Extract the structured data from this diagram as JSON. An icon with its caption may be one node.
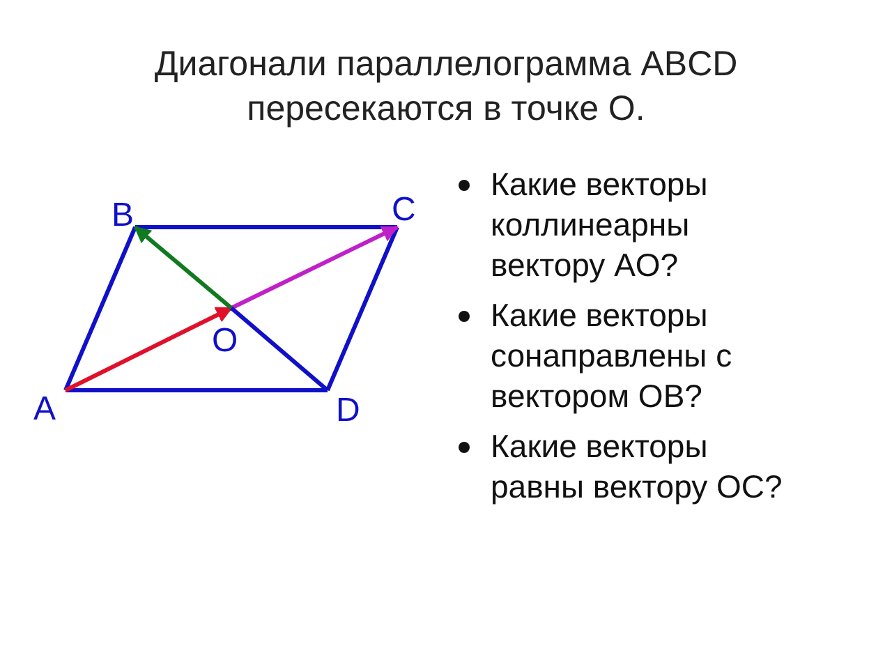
{
  "diagram": {
    "title": "Диагонали параллелограмма ABCD пересекаются в точке O.",
    "nodes": [
      {
        "text": [
          "A"
        ]
      },
      {
        "text": [
          "B"
        ]
      },
      {
        "text": [
          "C"
        ]
      },
      {
        "text": [
          "D"
        ]
      },
      {
        "text": [
          "O"
        ]
      }
    ],
    "edges": [
      {
        "from": 0,
        "to": 1,
        "arrow": "none"
      },
      {
        "from": 1,
        "to": 2,
        "arrow": "none"
      },
      {
        "from": 2,
        "to": 3,
        "arrow": "none"
      },
      {
        "from": 3,
        "to": 0,
        "arrow": "none"
      },
      {
        "from": 0,
        "to": 4,
        "arrow": "to",
        "color": "#e0102a"
      },
      {
        "from": 4,
        "to": 2,
        "arrow": "to",
        "color": "#c020c8"
      },
      {
        "from": 4,
        "to": 1,
        "arrow": "to",
        "color": "#107a20"
      },
      {
        "from": 4,
        "to": 3,
        "arrow": "none"
      }
    ],
    "labels": [
      "Какие векторы коллинеарны вектору AO?",
      "Какие векторы сонаправлены с вектором OB?",
      "Какие векторы равны вектору OC?"
    ]
  }
}
